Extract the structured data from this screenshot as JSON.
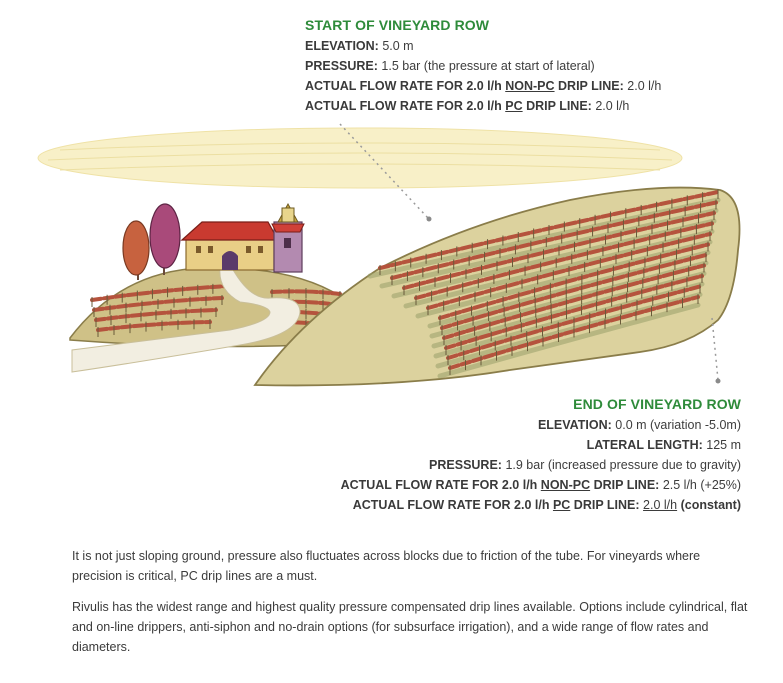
{
  "start": {
    "title": "START OF VINEYARD ROW",
    "elevation_label": "ELEVATION:",
    "elevation_value": "5.0 m",
    "pressure_label": "PRESSURE:",
    "pressure_value": "1.5 bar (the pressure at start of lateral)",
    "nonpc_label_a": "ACTUAL FLOW RATE FOR 2.0 l/h ",
    "nonpc_label_u": "NON-PC",
    "nonpc_label_b": " DRIP LINE:",
    "nonpc_value": "2.0 l/h",
    "pc_label_a": "ACTUAL FLOW RATE FOR 2.0 l/h ",
    "pc_label_u": "PC",
    "pc_label_b": " DRIP LINE:",
    "pc_value": "2.0 l/h"
  },
  "end": {
    "title": "END OF VINEYARD ROW",
    "elevation_label": "ELEVATION:",
    "elevation_value": "0.0 m (variation -5.0m)",
    "length_label": "LATERAL LENGTH:",
    "length_value": "125 m",
    "pressure_label": "PRESSURE:",
    "pressure_value": "1.9 bar (increased pressure due to gravity)",
    "nonpc_label_a": "ACTUAL FLOW RATE FOR 2.0 l/h ",
    "nonpc_label_u": "NON-PC",
    "nonpc_label_b": " DRIP LINE:",
    "nonpc_value": "2.5 l/h (+25%)",
    "pc_label_a": "ACTUAL FLOW RATE FOR 2.0 l/h ",
    "pc_label_u": "PC",
    "pc_label_b": " DRIP LINE:",
    "pc_value_u": "2.0 l/h",
    "pc_value_b": " (constant)"
  },
  "paragraphs": [
    "It is not just sloping ground, pressure also fluctuates across blocks due to friction of the tube. For vineyards where precision is critical, PC drip lines are a must.",
    "Rivulis has the widest range and highest quality pressure compensated drip lines available. Options include cylindrical, flat and on-line drippers, anti-siphon and no-drain options (for subsurface irrigation), and a wide range of flow rates and diameters."
  ],
  "colors": {
    "heading_green": "#2e8b3a",
    "hill_fill": "#d9cf98",
    "vine_red": "#b5533d",
    "sky_cream": "#f7efc6",
    "path": "#f3efe3"
  }
}
